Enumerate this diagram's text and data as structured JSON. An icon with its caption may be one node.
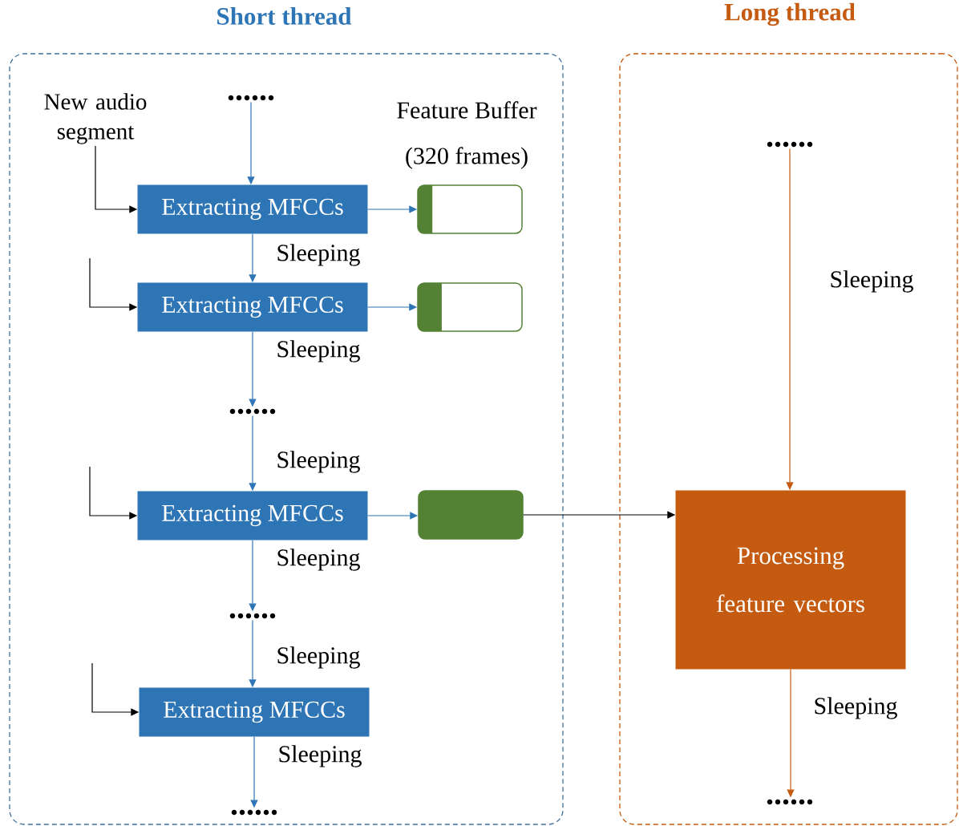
{
  "diagram": {
    "nodes": [
      {
        "text": [
          "Short thread"
        ]
      },
      {
        "text": [
          "Long thread"
        ]
      },
      {
        "text": [
          "New audio segment"
        ],
        "in": 0
      },
      {
        "text": [
          "......"
        ],
        "in": 0
      },
      {
        "text": [
          "Extracting MFCCs"
        ],
        "in": 0
      },
      {
        "text": [
          "Feature Buffer",
          "(320 frames)"
        ],
        "in": 0
      },
      {
        "text": [
          "Extracting MFCCs"
        ],
        "in": 0
      },
      {
        "text": [],
        "shape": "box",
        "in": 0
      },
      {
        "text": [
          "......"
        ],
        "in": 0
      },
      {
        "text": [
          "Extracting MFCCs"
        ],
        "in": 0
      },
      {
        "text": [],
        "shape": "box",
        "in": 0
      },
      {
        "text": [
          "......"
        ],
        "in": 0
      },
      {
        "text": [
          "Extracting MFCCs"
        ],
        "in": 0
      },
      {
        "text": [
          "......"
        ],
        "in": 0
      },
      {
        "text": [
          "......"
        ],
        "in": 1
      },
      {
        "text": [
          "Processing feature vectors"
        ],
        "in": 1
      },
      {
        "text": [
          "......"
        ],
        "in": 1
      }
    ],
    "edges": [
      {
        "from": 3,
        "to": 4,
        "arrow": "to"
      },
      {
        "from": 2,
        "to": 4,
        "arrow": "to",
        "color": "#000000"
      },
      {
        "from": 4,
        "to": 5,
        "arrow": "to"
      },
      {
        "from": 4,
        "to": 6,
        "arrow": "to",
        "label": "Sleeping"
      },
      {
        "from": null,
        "to": 6,
        "arrow": "to",
        "color": "#000000"
      },
      {
        "from": 6,
        "to": 7,
        "arrow": "to"
      },
      {
        "from": 6,
        "to": 8,
        "arrow": "to",
        "label": "Sleeping"
      },
      {
        "from": 8,
        "to": 9,
        "arrow": "to",
        "label": "Sleeping"
      },
      {
        "from": null,
        "to": 9,
        "arrow": "to",
        "color": "#000000"
      },
      {
        "from": 9,
        "to": 10,
        "arrow": "to"
      },
      {
        "from": 9,
        "to": 11,
        "arrow": "to",
        "label": "Sleeping"
      },
      {
        "from": 11,
        "to": 12,
        "arrow": "to",
        "label": "Sleeping"
      },
      {
        "from": null,
        "to": 12,
        "arrow": "to",
        "color": "#000000"
      },
      {
        "from": 12,
        "to": 13,
        "arrow": "to",
        "label": "Sleeping"
      },
      {
        "from": 10,
        "to": 15,
        "arrow": "to",
        "color": "#000000"
      },
      {
        "from": 14,
        "to": 15,
        "arrow": "to",
        "label": "Sleeping",
        "color": "#c55a11"
      },
      {
        "from": 15,
        "to": 16,
        "arrow": "to",
        "label": "Sleeping",
        "color": "#c55a11"
      }
    ]
  }
}
